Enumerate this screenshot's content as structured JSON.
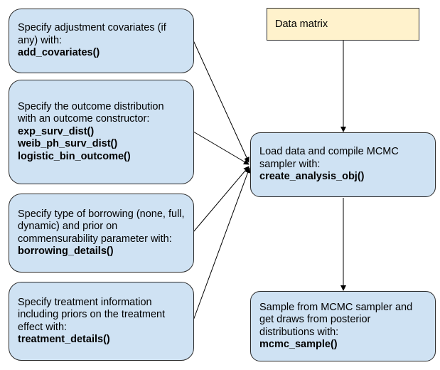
{
  "nodes": {
    "data_matrix": {
      "label": "Data matrix"
    },
    "covariates": {
      "text": "Specify adjustment covariates (if any) with:",
      "functions": [
        "add_covariates()"
      ]
    },
    "outcome": {
      "text": "Specify the outcome distribution with an outcome constructor:",
      "functions": [
        "exp_surv_dist()",
        "weib_ph_surv_dist()",
        "logistic_bin_outcome()"
      ]
    },
    "borrowing": {
      "text": "Specify type of borrowing (none, full, dynamic) and prior on commensurability parameter with:",
      "functions": [
        "borrowing_details()"
      ]
    },
    "treatment": {
      "text": "Specify treatment information including priors on the treatment effect with:",
      "functions": [
        "treatment_details()"
      ]
    },
    "load": {
      "text": "Load data and compile MCMC sampler with:",
      "functions": [
        "create_analysis_obj()"
      ]
    },
    "sample": {
      "text": "Sample from MCMC sampler and get draws from posterior distributions with:",
      "functions": [
        "mcmc_sample()"
      ]
    }
  },
  "colors": {
    "box_fill": "#cfe2f3",
    "start_fill": "#fff2cc",
    "stroke": "#2b2b2b"
  }
}
